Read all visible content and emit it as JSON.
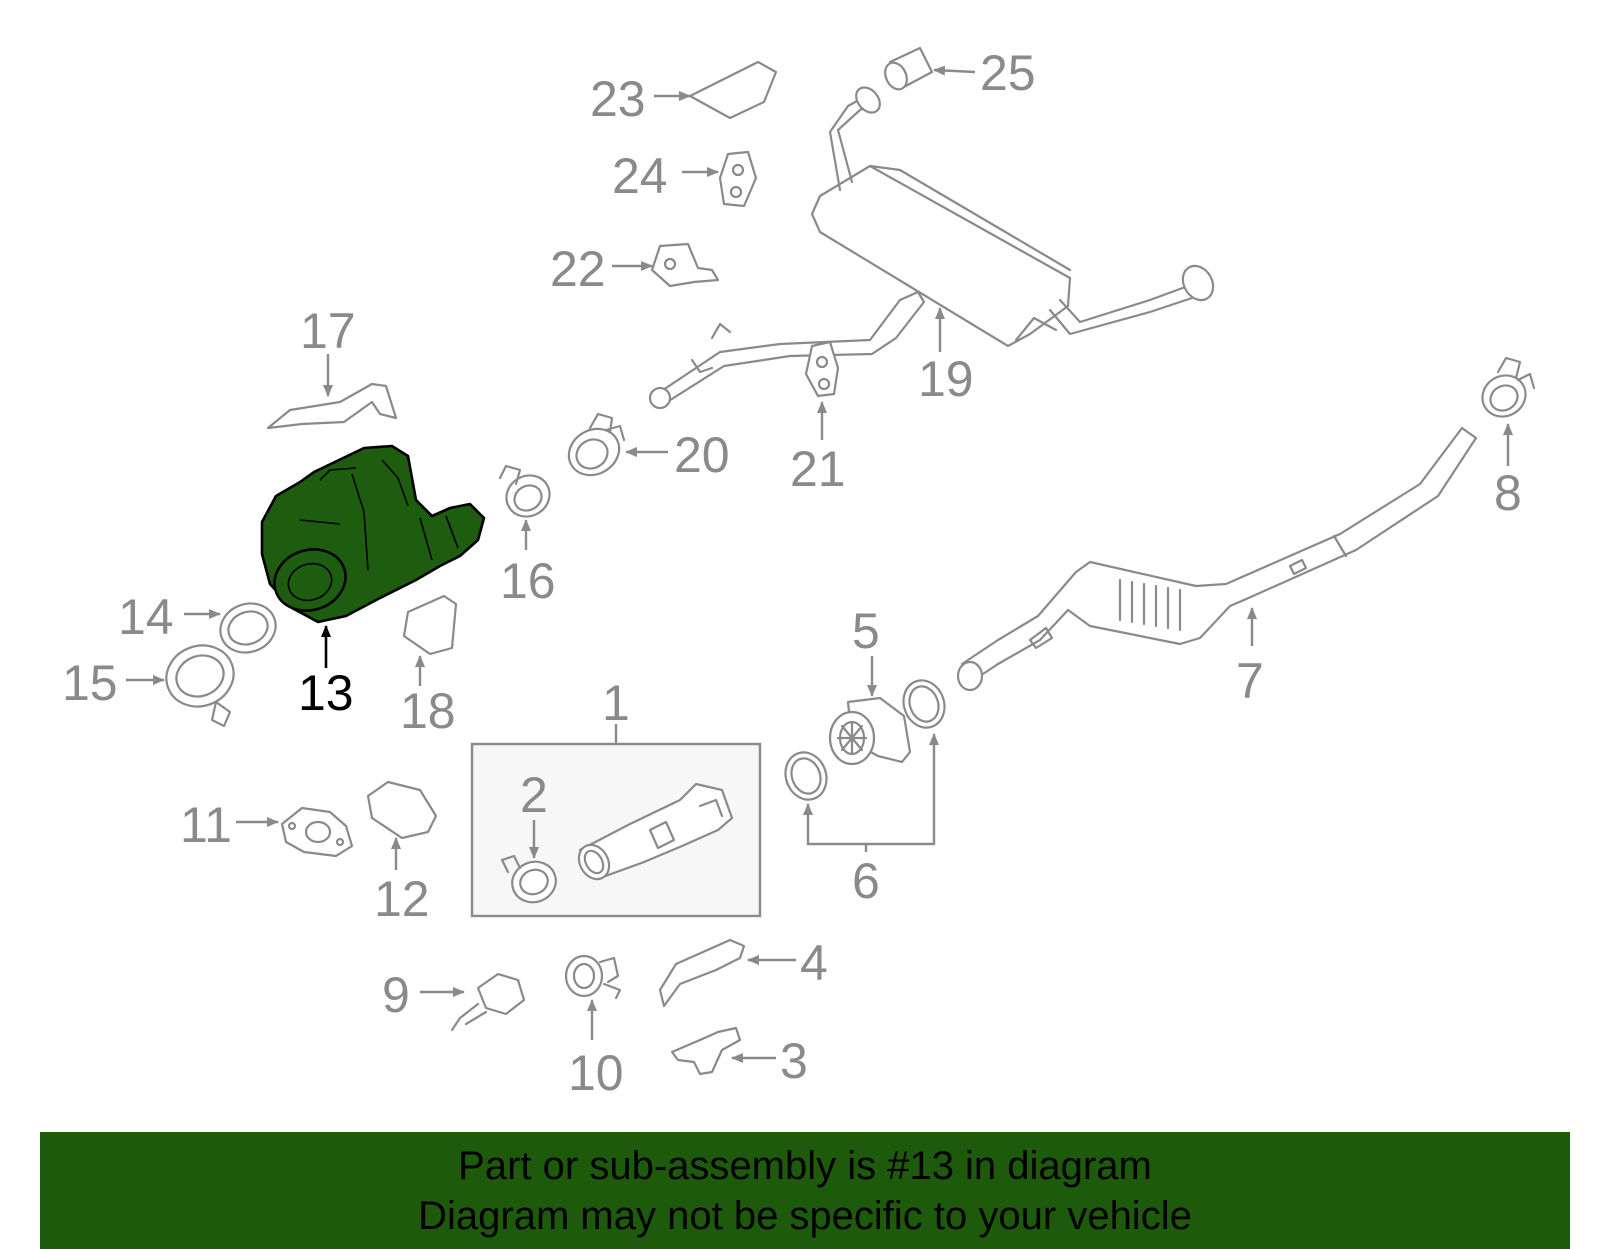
{
  "callouts": {
    "c1": "1",
    "c2": "2",
    "c3": "3",
    "c4": "4",
    "c5": "5",
    "c6": "6",
    "c7": "7",
    "c8": "8",
    "c9": "9",
    "c10": "10",
    "c11": "11",
    "c12": "12",
    "c13": "13",
    "c14": "14",
    "c15": "15",
    "c16": "16",
    "c17": "17",
    "c18": "18",
    "c19": "19",
    "c20": "20",
    "c21": "21",
    "c22": "22",
    "c23": "23",
    "c24": "24",
    "c25": "25"
  },
  "highlighted_part": "13",
  "colors": {
    "highlight": "#1e5c10",
    "banner": "#1e5a0c",
    "line": "#8a8a8a"
  },
  "banner": {
    "line1": "Part or sub-assembly is #13 in diagram",
    "line2": "Diagram may not be specific to your vehicle"
  }
}
